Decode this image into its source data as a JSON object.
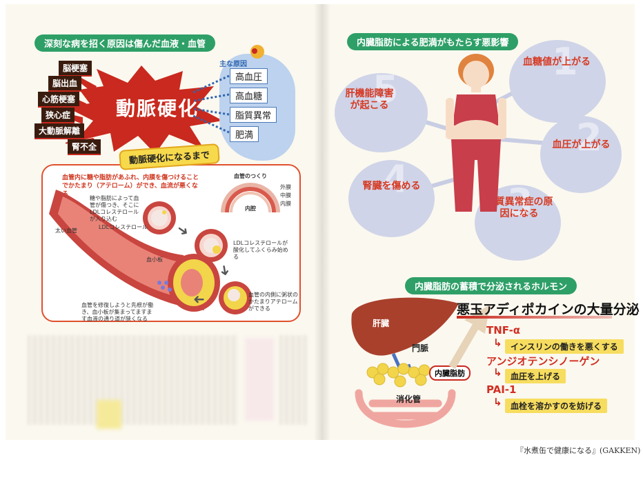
{
  "left": {
    "section_title": "深刻な病を招く原因は傷んだ血液・血管",
    "diseases": [
      "脳梗塞",
      "脳出血",
      "心筋梗塞",
      "狭心症",
      "大動脈解離",
      "腎不全"
    ],
    "central": "動脈硬化",
    "main_causes_label": "主な原因",
    "causes": [
      "高血圧",
      "高血糖",
      "脂質異常",
      "肥満"
    ],
    "process_title": "動脈硬化になるまで",
    "process_intro": "血管内に糖や脂肪があふれ、内膜を傷つけることでかたまり（アテローム）ができ、血流が悪くなる",
    "vessel_structure_title": "血管のつくり",
    "vessel_layers": [
      "外膜",
      "中膜",
      "内膜"
    ],
    "lumen_label": "内腔",
    "thick_vessel_label": "太い血管",
    "step1": "糖や脂肪によって血管が傷つき、そこにLDLコレステロールが入り込む",
    "ldl_label": "LDLコレステロール",
    "step2": "LDLコレステロールが酸化してふくらみ始める",
    "step3": "血管の内側に粥状のかたまりアテロームができる",
    "platelet_label": "血小板",
    "step4": "血管を修復しようと先根が働き、血小板が集まってますます血液の通り道が狭くなる"
  },
  "right": {
    "section_title": "内臓脂肪による肥満がもたらす悪影響",
    "effects": [
      {
        "num": "1",
        "label": "血糖値が上がる"
      },
      {
        "num": "2",
        "label": "血圧が上がる"
      },
      {
        "num": "3",
        "label": "脂質異常症の原因になる"
      },
      {
        "num": "4",
        "label": "腎臓を傷める"
      },
      {
        "num": "5",
        "label": "肝機能障害が起こる"
      }
    ],
    "hormone_section_title": "内臓脂肪の蓄積で分泌されるホルモン",
    "liver_label": "肝臓",
    "portal_vein_label": "門脈",
    "visceral_fat_label": "内臓脂肪",
    "intestine_label": "消化管",
    "secretion_headline": "悪玉アディポカインの大量分泌",
    "hormones": [
      {
        "name": "TNF-α",
        "effect": "インスリンの働きを悪くする"
      },
      {
        "name": "アンジオテンシノーゲン",
        "effect": "血圧を上げる"
      },
      {
        "name": "PAI-1",
        "effect": "血栓を溶かすのを妨げる"
      }
    ]
  },
  "caption": "『水煮缶で健康になる』(GAKKEN)",
  "colors": {
    "accent_green": "#2e9f67",
    "red": "#c9291e",
    "fat_yellow": "#f2d54a",
    "vessel_red": "#c9453f",
    "bubble": "#cfd4e8"
  }
}
